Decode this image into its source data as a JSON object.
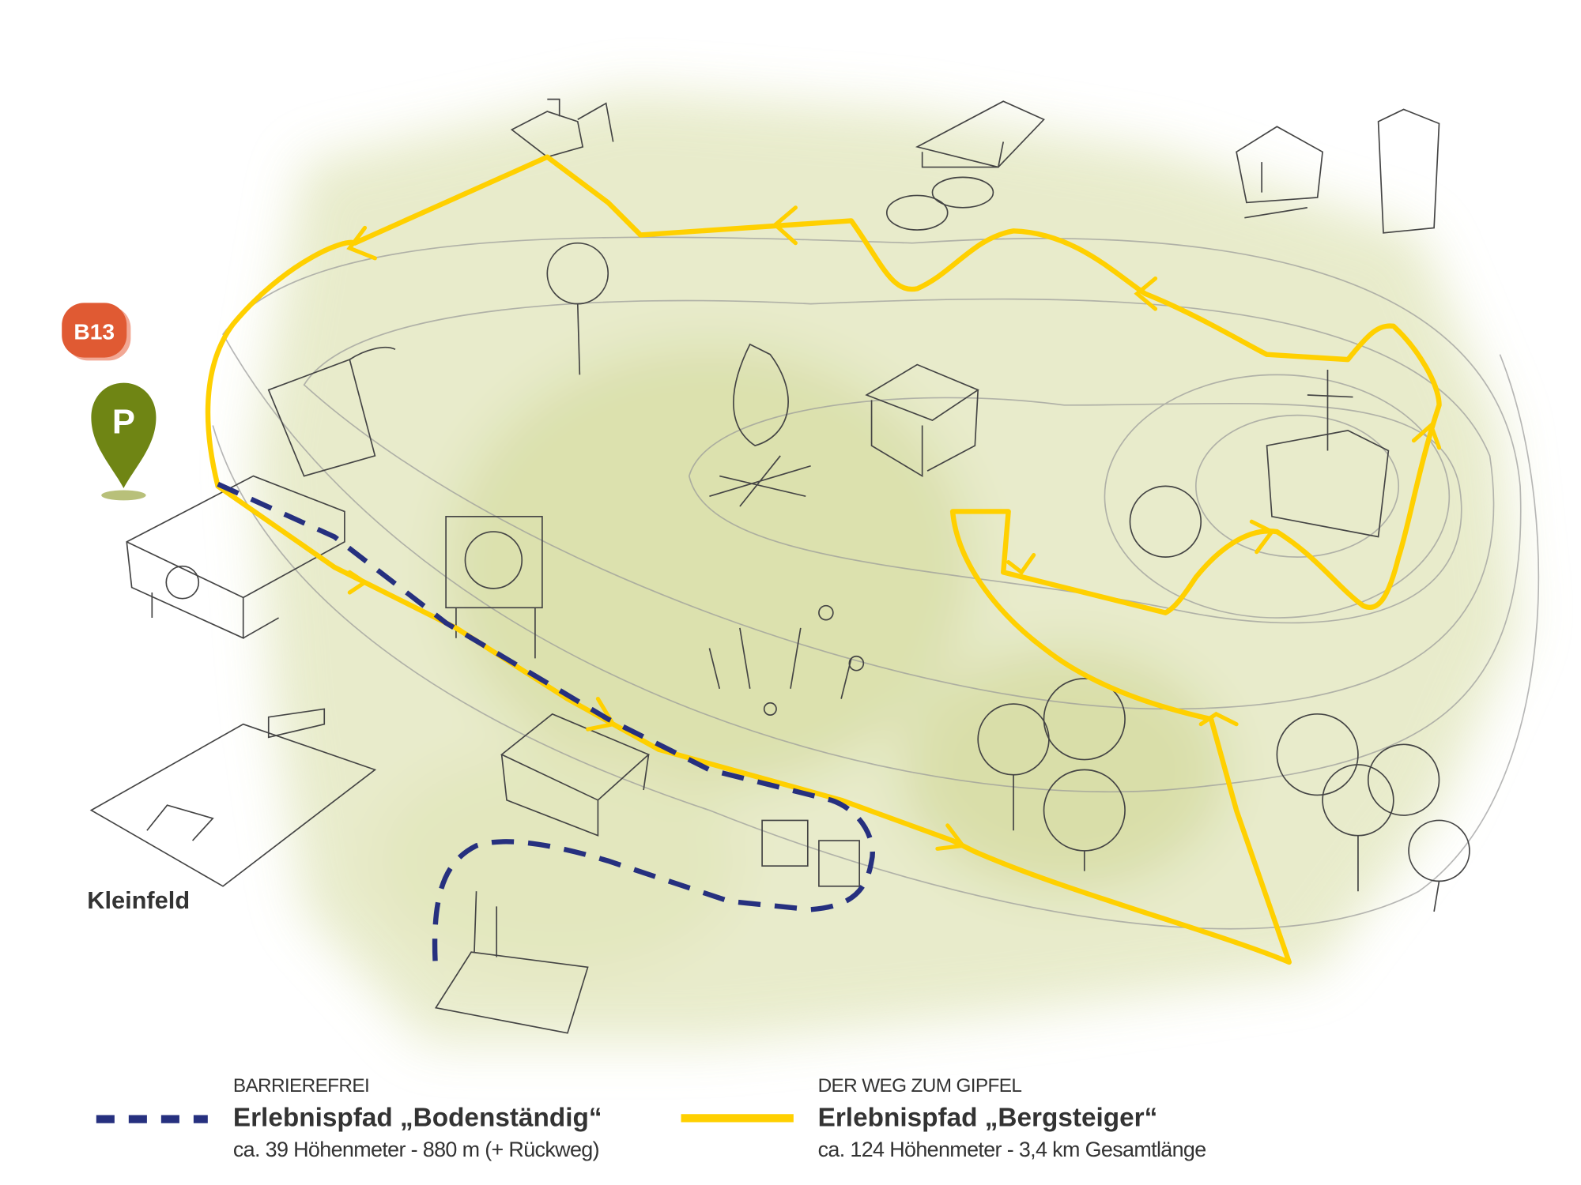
{
  "markers": {
    "road_badge": "B13",
    "parking": "P",
    "field_label": "Kleinfeld"
  },
  "legend": [
    {
      "caption": "BARRIEREFREI",
      "title": "Erlebnispfad „Bodenständig“",
      "details": "ca. 39 Höhenmeter - 880 m (+ Rückweg)",
      "line_style": "dashed",
      "color": "#26307f"
    },
    {
      "caption": "DER WEG ZUM GIPFEL",
      "title": "Erlebnispfad „Bergsteiger“",
      "details": "ca. 124 Höhenmeter - 3,4 km Gesamtlänge",
      "line_style": "solid",
      "color": "#ffd000"
    }
  ],
  "colors": {
    "badge": "#e05a33",
    "parking": "#6f8514",
    "terrain": "#d9dea6"
  }
}
